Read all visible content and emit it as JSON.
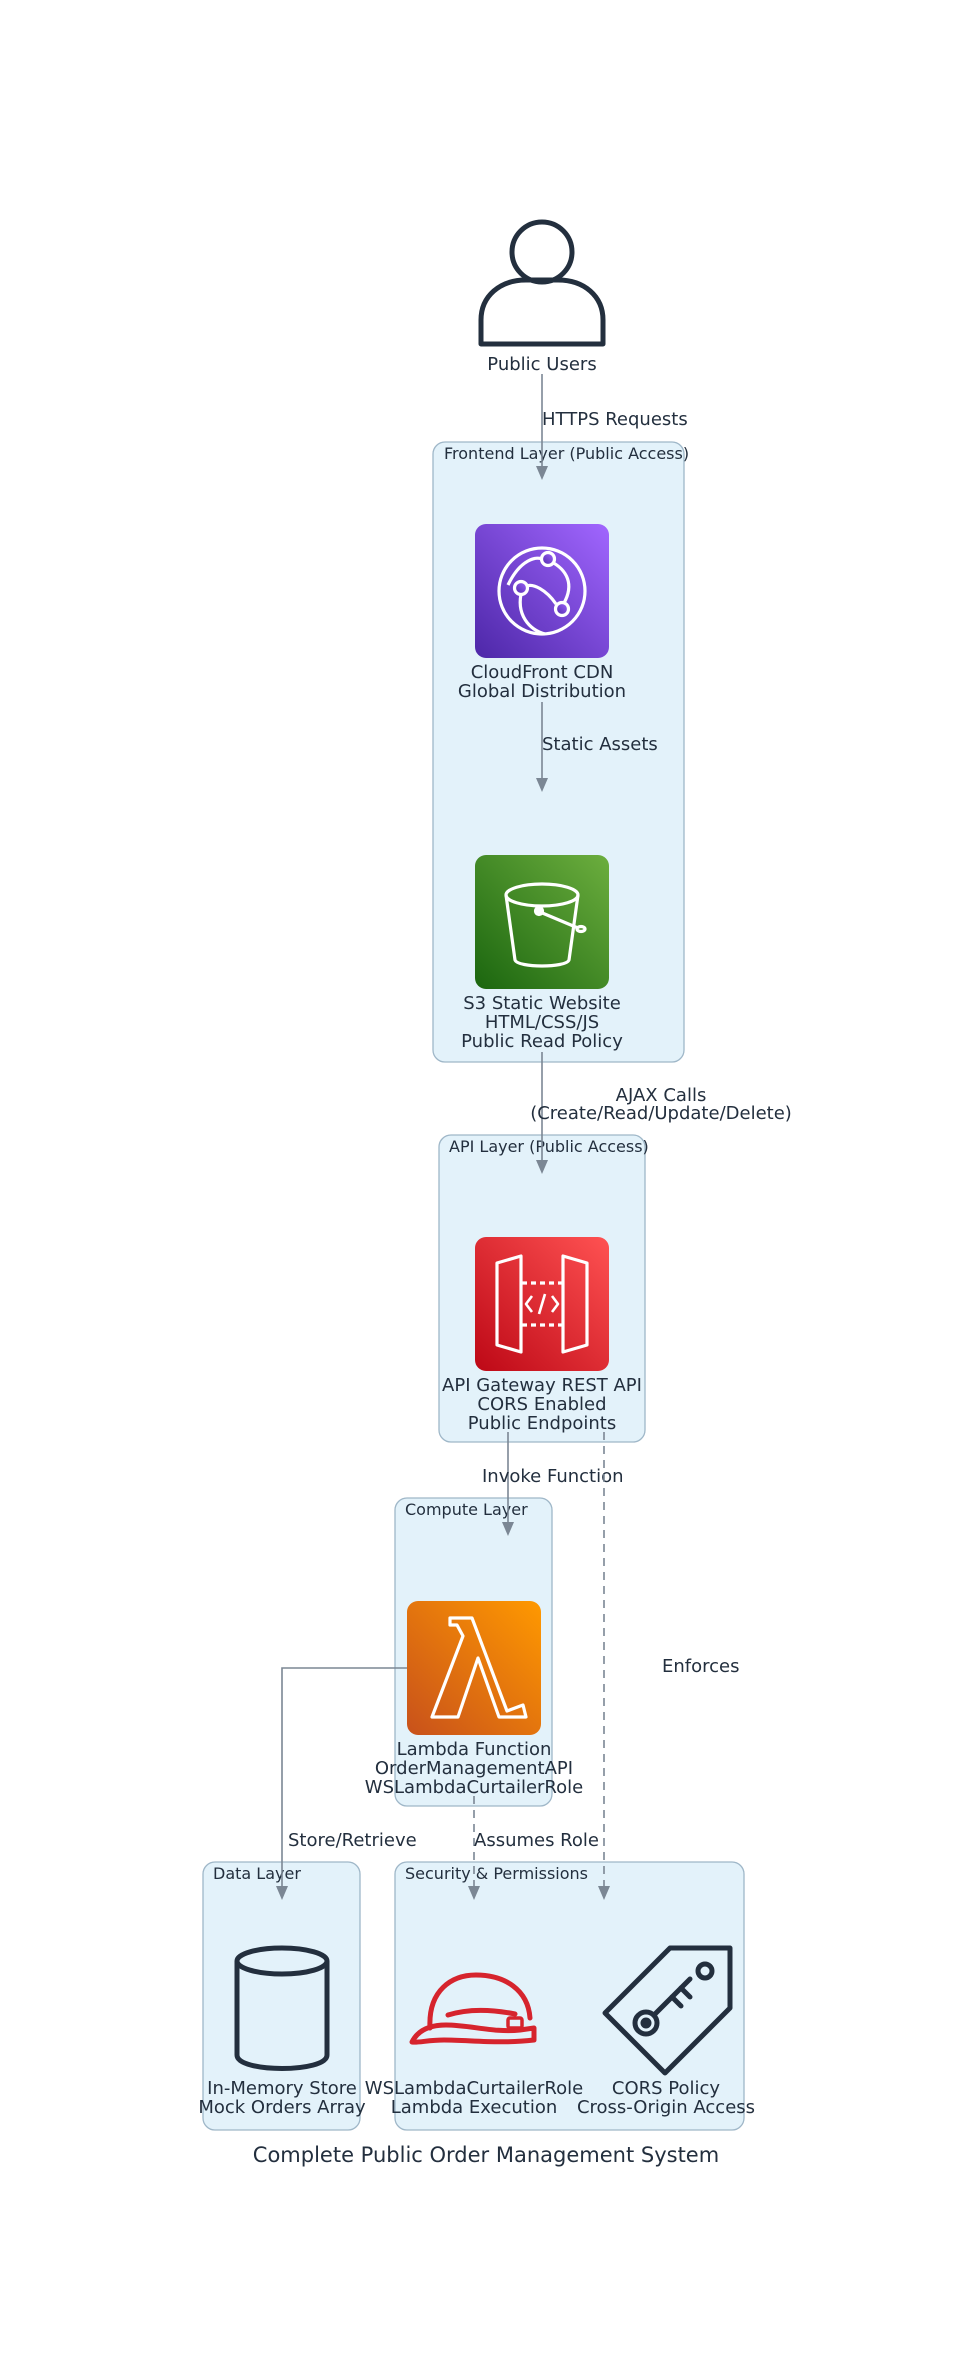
{
  "title": "Complete Public Order Management System",
  "clusters": {
    "frontend": "Frontend Layer (Public Access)",
    "api": "API Layer (Public Access)",
    "compute": "Compute Layer",
    "data": "Data Layer",
    "security": "Security & Permissions"
  },
  "nodes": {
    "users": {
      "lines": [
        "Public Users"
      ],
      "icon": "user-icon"
    },
    "cloudfront": {
      "lines": [
        "CloudFront CDN",
        "Global Distribution"
      ],
      "icon": "cloudfront-icon",
      "color": "#7b3fd0"
    },
    "s3": {
      "lines": [
        "S3 Static Website",
        "HTML/CSS/JS",
        "Public Read Policy"
      ],
      "icon": "s3-bucket-icon",
      "color": "#3f8624"
    },
    "apigw": {
      "lines": [
        "API Gateway REST API",
        "CORS Enabled",
        "Public Endpoints"
      ],
      "icon": "api-gateway-icon",
      "color": "#d6242d"
    },
    "lambda": {
      "lines": [
        "Lambda Function",
        "OrderManagementAPI",
        "WSLambdaCurtailerRole"
      ],
      "icon": "lambda-icon",
      "color": "#e7700d"
    },
    "store": {
      "lines": [
        "In-Memory Store",
        "Mock Orders Array"
      ],
      "icon": "database-icon"
    },
    "role": {
      "lines": [
        "WSLambdaCurtailerRole",
        "Lambda Execution"
      ],
      "icon": "iam-role-helmet-icon",
      "color": "#d6242d"
    },
    "cors": {
      "lines": [
        "CORS Policy",
        "Cross-Origin Access"
      ],
      "icon": "tag-key-icon"
    }
  },
  "edges": {
    "https": {
      "lines": [
        "HTTPS Requests"
      ]
    },
    "static": {
      "lines": [
        "Static Assets"
      ]
    },
    "ajax": {
      "lines": [
        "AJAX Calls",
        "(Create/Read/Update/Delete)"
      ]
    },
    "invoke": {
      "lines": [
        "Invoke Function"
      ]
    },
    "store": {
      "lines": [
        "Store/Retrieve"
      ]
    },
    "assumes": {
      "lines": [
        "Assumes Role"
      ]
    },
    "enforces": {
      "lines": [
        "Enforces"
      ]
    }
  }
}
